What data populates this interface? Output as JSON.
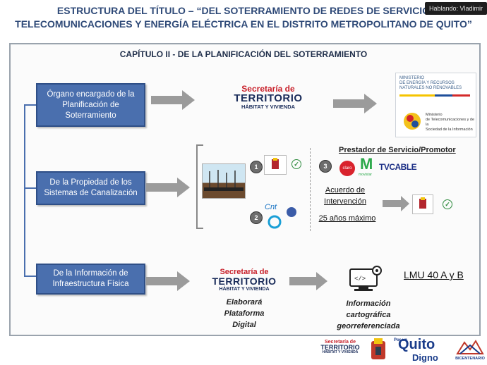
{
  "header": {
    "title_line1": "ESTRUCTURA DEL TÍTULO – “DEL SOTERRAMIENTO DE REDES DE SERVICIO",
    "title_line2": "TELECOMUNICACIONES Y ENERGÍA ELÉCTRICA EN EL DISTRITO METROPOLITANO DE QUITO”",
    "speaker_label": "Hablando: Vladimir"
  },
  "chapter": "CAPÍTULO II - DE LA PLANIFICACIÓN DEL SOTERRAMIENTO",
  "rows": [
    {
      "label": "Órgano encargado de la Planificación de Soterramiento"
    },
    {
      "label": "De la Propiedad de los Sistemas de Canalización"
    },
    {
      "label": "De la Información de Infraestructura Física"
    }
  ],
  "secretaria_logo": {
    "line1": "Secretaría de",
    "line2": "TERRITORIO",
    "line3": "HÁBITAT Y VIVIENDA"
  },
  "ministerio": {
    "line1": "MINISTERIO",
    "line2": "DE ENERGÍA Y RECURSOS",
    "line3": "NATURALES NO RENOVABLES",
    "sub1": "Ministerio",
    "sub2": "de Telecomunicaciones y de la",
    "sub3": "Sociedad de la Información"
  },
  "propiedad": {
    "prestador_title": "Prestador de Servicio/Promotor",
    "num1": "1",
    "num2": "2",
    "num3": "3",
    "check": "✓",
    "claro": "claro",
    "movistar": "M",
    "movistar_sub": "movistar",
    "tvcable": "TVCABLE",
    "acuerdo_line1": "Acuerdo de",
    "acuerdo_line2": "Intervención",
    "anos": "25 años máximo"
  },
  "informacion": {
    "elaborara": [
      "Elaborará",
      "Plataforma",
      "Digital"
    ],
    "info_carto": [
      "Información",
      "cartográfica",
      "georreferenciada"
    ],
    "lmu": "LMU 40 A y B"
  },
  "footer": {
    "sec_line1": "Secretaría de",
    "sec_line2": "TERRITORIO",
    "sec_line3": "HÁBITAT Y VIVIENDA",
    "quito_por": "Por un",
    "quito_word": "Quito",
    "quito_digno": "Digno",
    "bicentenario": "BICENTENARIO"
  },
  "colors": {
    "blue_box": "#4a6fae",
    "title_blue": "#2f4a78",
    "secretaria_red": "#c8202a",
    "arrow_gray": "#9b9b9b"
  }
}
